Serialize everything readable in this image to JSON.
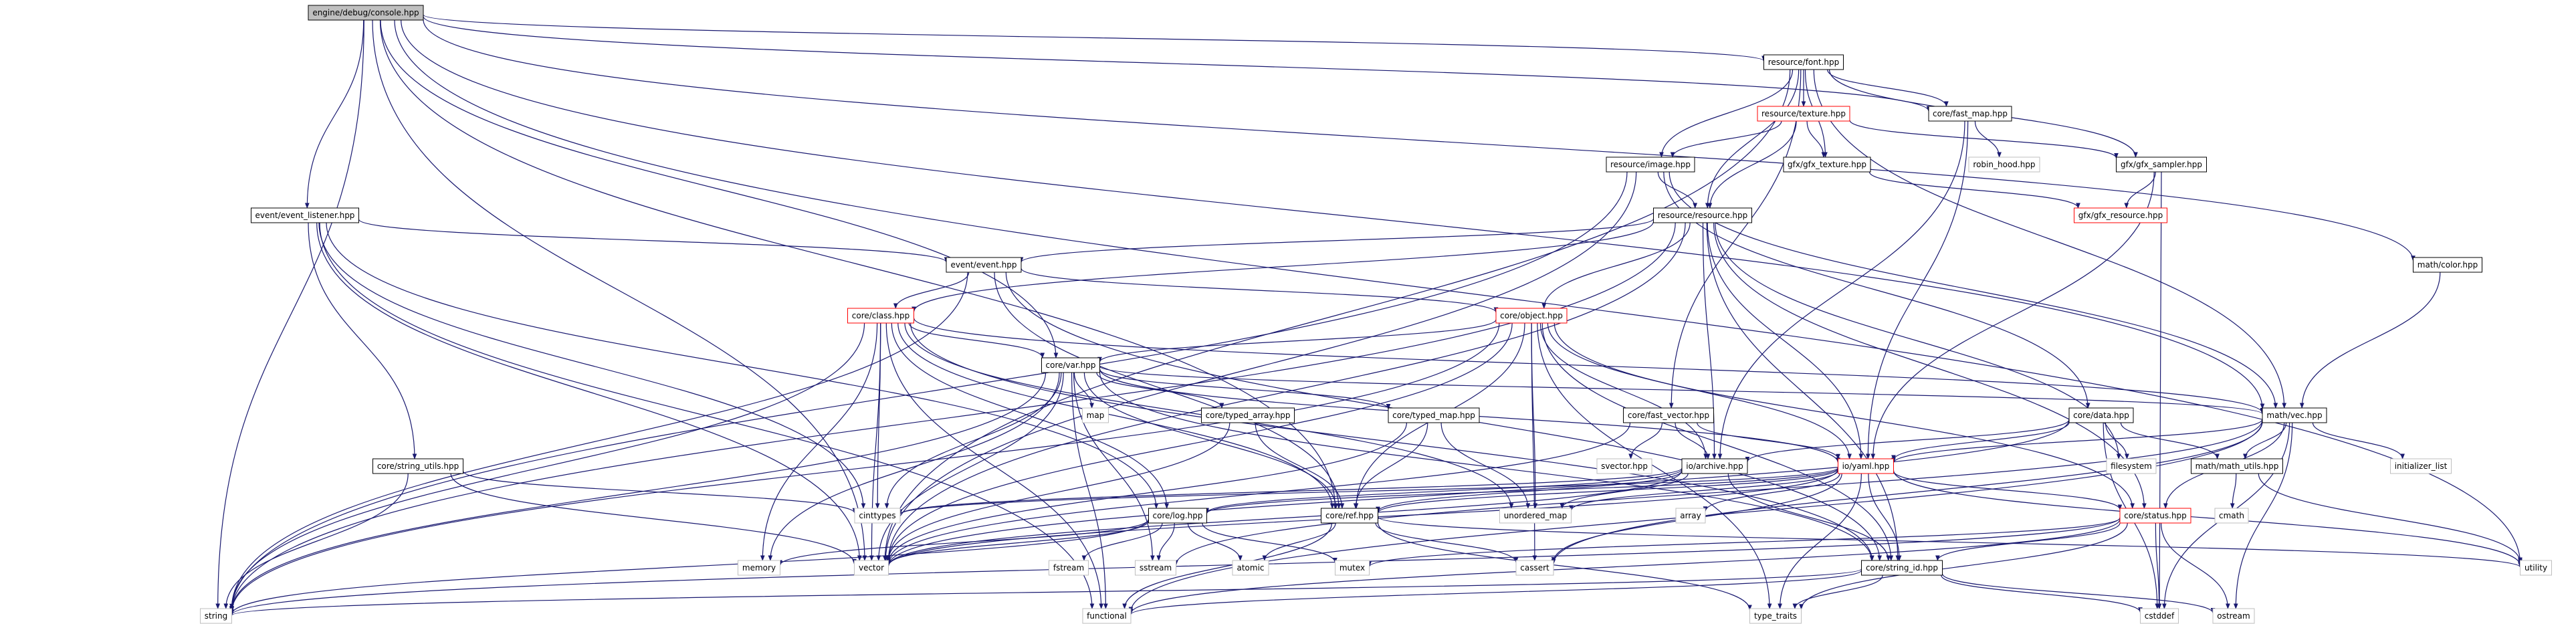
{
  "colors": {
    "edge": "#191970",
    "root_fill": "#bfbfbf",
    "root_border": "#000000",
    "local_border": "#000000",
    "truncated_border": "#ff0000",
    "system_border": "#bfbfbf"
  },
  "nodes": [
    {
      "id": "console",
      "label": "engine/debug/console.hpp",
      "kind": "root"
    },
    {
      "id": "font",
      "label": "resource/font.hpp",
      "kind": "local"
    },
    {
      "id": "texture",
      "label": "resource/texture.hpp",
      "kind": "truncated"
    },
    {
      "id": "fastmap",
      "label": "core/fast_map.hpp",
      "kind": "local"
    },
    {
      "id": "gfxtex",
      "label": "gfx/gfx_texture.hpp",
      "kind": "local"
    },
    {
      "id": "gfxsampler",
      "label": "gfx/gfx_sampler.hpp",
      "kind": "local"
    },
    {
      "id": "robin",
      "label": "robin_hood.hpp",
      "kind": "system"
    },
    {
      "id": "image",
      "label": "resource/image.hpp",
      "kind": "local"
    },
    {
      "id": "resource",
      "label": "resource/resource.hpp",
      "kind": "local"
    },
    {
      "id": "gfxres",
      "label": "gfx/gfx_resource.hpp",
      "kind": "truncated"
    },
    {
      "id": "evlistener",
      "label": "event/event_listener.hpp",
      "kind": "local"
    },
    {
      "id": "event",
      "label": "event/event.hpp",
      "kind": "local"
    },
    {
      "id": "color",
      "label": "math/color.hpp",
      "kind": "local"
    },
    {
      "id": "class",
      "label": "core/class.hpp",
      "kind": "truncated"
    },
    {
      "id": "object",
      "label": "core/object.hpp",
      "kind": "truncated"
    },
    {
      "id": "var",
      "label": "core/var.hpp",
      "kind": "local"
    },
    {
      "id": "map",
      "label": "map",
      "kind": "system"
    },
    {
      "id": "typedarr",
      "label": "core/typed_array.hpp",
      "kind": "local"
    },
    {
      "id": "typedmap",
      "label": "core/typed_map.hpp",
      "kind": "local"
    },
    {
      "id": "fastvec",
      "label": "core/fast_vector.hpp",
      "kind": "local"
    },
    {
      "id": "data",
      "label": "core/data.hpp",
      "kind": "local"
    },
    {
      "id": "mathvec",
      "label": "math/vec.hpp",
      "kind": "local"
    },
    {
      "id": "strutils",
      "label": "core/string_utils.hpp",
      "kind": "local"
    },
    {
      "id": "svector",
      "label": "svector.hpp",
      "kind": "system"
    },
    {
      "id": "archive",
      "label": "io/archive.hpp",
      "kind": "local"
    },
    {
      "id": "yaml",
      "label": "io/yaml.hpp",
      "kind": "truncated"
    },
    {
      "id": "filesystem",
      "label": "filesystem",
      "kind": "system"
    },
    {
      "id": "mathutils",
      "label": "math/math_utils.hpp",
      "kind": "local"
    },
    {
      "id": "initlist",
      "label": "initializer_list",
      "kind": "system"
    },
    {
      "id": "cinttypes",
      "label": "cinttypes",
      "kind": "system"
    },
    {
      "id": "unorderedmap",
      "label": "unordered_map",
      "kind": "system"
    },
    {
      "id": "array",
      "label": "array",
      "kind": "system"
    },
    {
      "id": "log",
      "label": "core/log.hpp",
      "kind": "local"
    },
    {
      "id": "ref",
      "label": "core/ref.hpp",
      "kind": "local"
    },
    {
      "id": "status",
      "label": "core/status.hpp",
      "kind": "truncated"
    },
    {
      "id": "cmath",
      "label": "cmath",
      "kind": "system"
    },
    {
      "id": "memory",
      "label": "memory",
      "kind": "system"
    },
    {
      "id": "vector",
      "label": "vector",
      "kind": "system"
    },
    {
      "id": "fstream",
      "label": "fstream",
      "kind": "system"
    },
    {
      "id": "sstream",
      "label": "sstream",
      "kind": "system"
    },
    {
      "id": "atomic",
      "label": "atomic",
      "kind": "system"
    },
    {
      "id": "mutex",
      "label": "mutex",
      "kind": "system"
    },
    {
      "id": "cassert",
      "label": "cassert",
      "kind": "system"
    },
    {
      "id": "stringid",
      "label": "core/string_id.hpp",
      "kind": "local"
    },
    {
      "id": "utility",
      "label": "utility",
      "kind": "system"
    },
    {
      "id": "string",
      "label": "string",
      "kind": "system"
    },
    {
      "id": "functional",
      "label": "functional",
      "kind": "system"
    },
    {
      "id": "typetraits",
      "label": "type_traits",
      "kind": "system"
    },
    {
      "id": "cstddef",
      "label": "cstddef",
      "kind": "system"
    },
    {
      "id": "ostream",
      "label": "ostream",
      "kind": "system"
    }
  ],
  "edges": [
    [
      "console",
      "font"
    ],
    [
      "console",
      "fastmap"
    ],
    [
      "console",
      "evlistener"
    ],
    [
      "console",
      "var"
    ],
    [
      "console",
      "color"
    ],
    [
      "console",
      "string"
    ],
    [
      "console",
      "vector"
    ],
    [
      "console",
      "ref"
    ],
    [
      "console",
      "utility"
    ],
    [
      "console",
      "mathvec"
    ],
    [
      "font",
      "texture"
    ],
    [
      "font",
      "fastmap"
    ],
    [
      "font",
      "gfxtex"
    ],
    [
      "font",
      "gfxsampler"
    ],
    [
      "font",
      "image"
    ],
    [
      "font",
      "resource"
    ],
    [
      "font",
      "mathvec"
    ],
    [
      "font",
      "fastvec"
    ],
    [
      "font",
      "vector"
    ],
    [
      "texture",
      "gfxtex"
    ],
    [
      "texture",
      "gfxsampler"
    ],
    [
      "texture",
      "image"
    ],
    [
      "texture",
      "resource"
    ],
    [
      "fastmap",
      "robin"
    ],
    [
      "fastmap",
      "archive"
    ],
    [
      "fastmap",
      "yaml"
    ],
    [
      "gfxtex",
      "gfxres"
    ],
    [
      "gfxsampler",
      "gfxres"
    ],
    [
      "gfxsampler",
      "yaml"
    ],
    [
      "gfxsampler",
      "cstddef"
    ],
    [
      "image",
      "resource"
    ],
    [
      "image",
      "data"
    ],
    [
      "image",
      "mathvec"
    ],
    [
      "image",
      "string"
    ],
    [
      "image",
      "vector"
    ],
    [
      "resource",
      "event"
    ],
    [
      "resource",
      "class"
    ],
    [
      "resource",
      "object"
    ],
    [
      "resource",
      "yaml"
    ],
    [
      "resource",
      "archive"
    ],
    [
      "resource",
      "stringid"
    ],
    [
      "resource",
      "filesystem"
    ],
    [
      "resource",
      "string"
    ],
    [
      "resource",
      "vector"
    ],
    [
      "resource",
      "status"
    ],
    [
      "evlistener",
      "event"
    ],
    [
      "evlistener",
      "strutils"
    ],
    [
      "evlistener",
      "log"
    ],
    [
      "evlistener",
      "functional"
    ],
    [
      "evlistener",
      "cinttypes"
    ],
    [
      "evlistener",
      "vector"
    ],
    [
      "event",
      "class"
    ],
    [
      "event",
      "object"
    ],
    [
      "event",
      "ref"
    ],
    [
      "event",
      "stringid"
    ],
    [
      "event",
      "string"
    ],
    [
      "color",
      "mathvec"
    ],
    [
      "class",
      "var"
    ],
    [
      "class",
      "ref"
    ],
    [
      "class",
      "stringid"
    ],
    [
      "class",
      "log"
    ],
    [
      "class",
      "string"
    ],
    [
      "class",
      "vector"
    ],
    [
      "class",
      "memory"
    ],
    [
      "class",
      "cinttypes"
    ],
    [
      "class",
      "unorderedmap"
    ],
    [
      "class",
      "functional"
    ],
    [
      "class",
      "mathvec"
    ],
    [
      "object",
      "var"
    ],
    [
      "object",
      "ref"
    ],
    [
      "object",
      "yaml"
    ],
    [
      "object",
      "archive"
    ],
    [
      "object",
      "stringid"
    ],
    [
      "object",
      "string"
    ],
    [
      "object",
      "vector"
    ],
    [
      "object",
      "cassert"
    ],
    [
      "object",
      "unorderedmap"
    ],
    [
      "object",
      "typetraits"
    ],
    [
      "object",
      "status"
    ],
    [
      "var",
      "map"
    ],
    [
      "var",
      "typedarr"
    ],
    [
      "var",
      "typedmap"
    ],
    [
      "var",
      "mathvec"
    ],
    [
      "var",
      "ref"
    ],
    [
      "var",
      "stringid"
    ],
    [
      "var",
      "string"
    ],
    [
      "var",
      "vector"
    ],
    [
      "var",
      "cinttypes"
    ],
    [
      "var",
      "memory"
    ],
    [
      "var",
      "functional"
    ],
    [
      "var",
      "sstream"
    ],
    [
      "var",
      "yaml"
    ],
    [
      "typedarr",
      "ref"
    ],
    [
      "typedarr",
      "vector"
    ],
    [
      "typedmap",
      "ref"
    ],
    [
      "typedmap",
      "vector"
    ],
    [
      "typedmap",
      "unorderedmap"
    ],
    [
      "fastvec",
      "svector"
    ],
    [
      "fastvec",
      "archive"
    ],
    [
      "fastvec",
      "yaml"
    ],
    [
      "fastvec",
      "vector"
    ],
    [
      "data",
      "archive"
    ],
    [
      "data",
      "yaml"
    ],
    [
      "data",
      "filesystem"
    ],
    [
      "data",
      "mathutils"
    ],
    [
      "data",
      "vector"
    ],
    [
      "data",
      "cstddef"
    ],
    [
      "mathvec",
      "mathutils"
    ],
    [
      "mathvec",
      "initlist"
    ],
    [
      "mathvec",
      "yaml"
    ],
    [
      "mathvec",
      "status"
    ],
    [
      "mathvec",
      "ostream"
    ],
    [
      "mathvec",
      "cstddef"
    ],
    [
      "mathvec",
      "cassert"
    ],
    [
      "mathvec",
      "functional"
    ],
    [
      "mathvec",
      "sstream"
    ],
    [
      "strutils",
      "cinttypes"
    ],
    [
      "strutils",
      "string"
    ],
    [
      "strutils",
      "vector"
    ],
    [
      "archive",
      "ref"
    ],
    [
      "archive",
      "log"
    ],
    [
      "archive",
      "vector"
    ],
    [
      "archive",
      "unorderedmap"
    ],
    [
      "archive",
      "stringid"
    ],
    [
      "archive",
      "cinttypes"
    ],
    [
      "yaml",
      "log"
    ],
    [
      "yaml",
      "ref"
    ],
    [
      "yaml",
      "status"
    ],
    [
      "yaml",
      "stringid"
    ],
    [
      "yaml",
      "cinttypes"
    ],
    [
      "yaml",
      "unorderedmap"
    ],
    [
      "yaml",
      "array"
    ],
    [
      "yaml",
      "vector"
    ],
    [
      "yaml",
      "cassert"
    ],
    [
      "yaml",
      "utility"
    ],
    [
      "yaml",
      "typetraits"
    ],
    [
      "mathutils",
      "cmath"
    ],
    [
      "mathutils",
      "utility"
    ],
    [
      "log",
      "fstream"
    ],
    [
      "log",
      "sstream"
    ],
    [
      "log",
      "atomic"
    ],
    [
      "log",
      "mutex"
    ],
    [
      "log",
      "string"
    ],
    [
      "log",
      "vector"
    ],
    [
      "log",
      "memory"
    ],
    [
      "ref",
      "atomic"
    ],
    [
      "ref",
      "cassert"
    ],
    [
      "ref",
      "functional"
    ],
    [
      "ref",
      "utility"
    ],
    [
      "ref",
      "typetraits"
    ],
    [
      "status",
      "stringid"
    ],
    [
      "status",
      "string"
    ],
    [
      "status",
      "functional"
    ],
    [
      "status",
      "typetraits"
    ],
    [
      "status",
      "cstddef"
    ],
    [
      "status",
      "ostream"
    ],
    [
      "status",
      "mutex"
    ],
    [
      "stringid",
      "string"
    ],
    [
      "stringid",
      "functional"
    ],
    [
      "stringid",
      "typetraits"
    ],
    [
      "stringid",
      "cstddef"
    ],
    [
      "stringid",
      "ostream"
    ]
  ]
}
